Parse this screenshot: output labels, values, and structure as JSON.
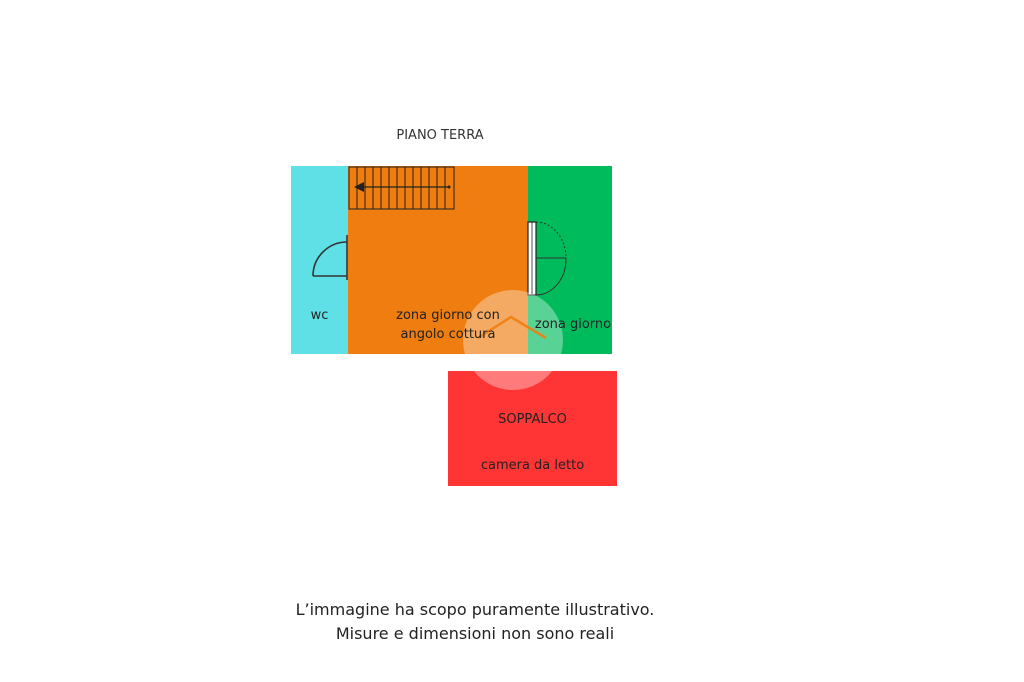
{
  "plan": {
    "title": "PIANO TERRA",
    "rooms": {
      "wc": {
        "label": "wc",
        "color": "#5ee0e6"
      },
      "kitchen": {
        "label_line1": "zona giorno con",
        "label_line2": "angolo cottura",
        "color": "#ef7d10"
      },
      "living": {
        "label": "zona giorno",
        "color": "#00bb5c"
      },
      "loft": {
        "title": "SOPPALCO",
        "label": "camera da letto",
        "color": "#ff3535"
      }
    },
    "icons": [
      "stairs-icon",
      "door-swing-icon",
      "french-door-icon",
      "watermark-logo-icon"
    ]
  },
  "disclaimer": {
    "line1": "L’immagine ha scopo puramente illustrativo.",
    "line2": "Misure e dimensioni non sono reali"
  }
}
